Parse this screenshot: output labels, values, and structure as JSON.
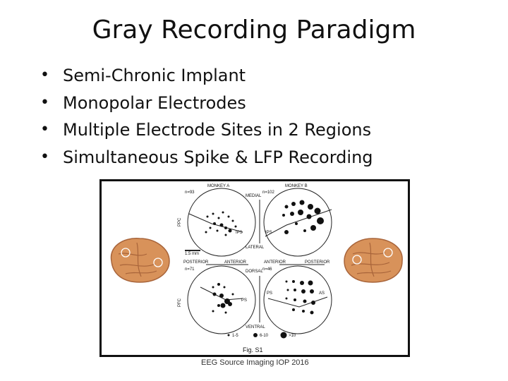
{
  "slide": {
    "title": "Gray Recording Paradigm",
    "bullets": [
      "Semi-Chronic Implant",
      "Monopolar Electrodes",
      "Multiple Electrode Sites in 2 Regions",
      "Simultaneous Spike & LFP Recording"
    ],
    "bullet_glyph": "•",
    "footer": "EEG Source Imaging IOP 2016"
  },
  "figure": {
    "caption": "Fig. S1",
    "monkey_a": "MONKEY A",
    "monkey_b": "MONKEY B",
    "n_a_top": "n=93",
    "n_b_top": "n=102",
    "n_a_bottom": "n=71",
    "n_b_bottom": "n=46",
    "medial": "MEDIAL",
    "lateral": "LATERAL",
    "dorsal": "DORSAL",
    "ventral": "VENTRAL",
    "posterior": "POSTERIOR",
    "anterior": "ANTERIOR",
    "ppc": "PPC",
    "pfc": "PFC",
    "ips": "IPS",
    "ps": "PS",
    "as": "AS",
    "scale": "1.5 mm",
    "legend": [
      "1-5",
      "6-10",
      ">10"
    ]
  },
  "colors": {
    "text": "#111111",
    "brain": "#d8925a",
    "brain_dark": "#a8643a"
  }
}
